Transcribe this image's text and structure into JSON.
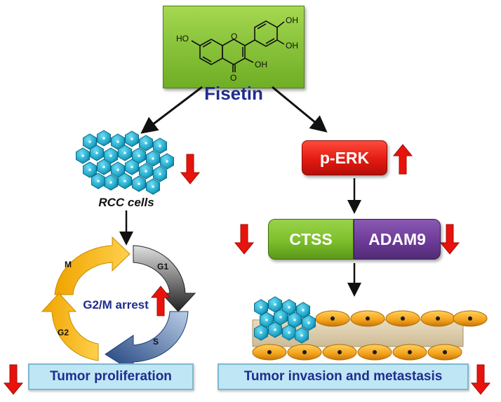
{
  "drug": {
    "name": "Fisetin",
    "atoms": {
      "oh_left": "HO",
      "oh_top1": "OH",
      "oh_top2": "OH",
      "ring_o": "O",
      "oh_right": "OH",
      "ketone_o": "O"
    }
  },
  "left_pathway": {
    "cells_label": "RCC cells",
    "cell_cycle": {
      "center_label": "G2/M arrest",
      "phases": {
        "m": "M",
        "g1": "G1",
        "s": "S",
        "g2": "G2"
      }
    },
    "outcome": "Tumor proliferation"
  },
  "right_pathway": {
    "kinase": "p-ERK",
    "targets": {
      "left": "CTSS",
      "right": "ADAM9"
    },
    "outcome": "Tumor invasion and metastasis"
  },
  "colors": {
    "arrow_red": "#e8130c",
    "label_blue": "#1f2d8f",
    "cell_cyan": "#2fb6d6",
    "endothelial_orange": "#f0a020"
  }
}
